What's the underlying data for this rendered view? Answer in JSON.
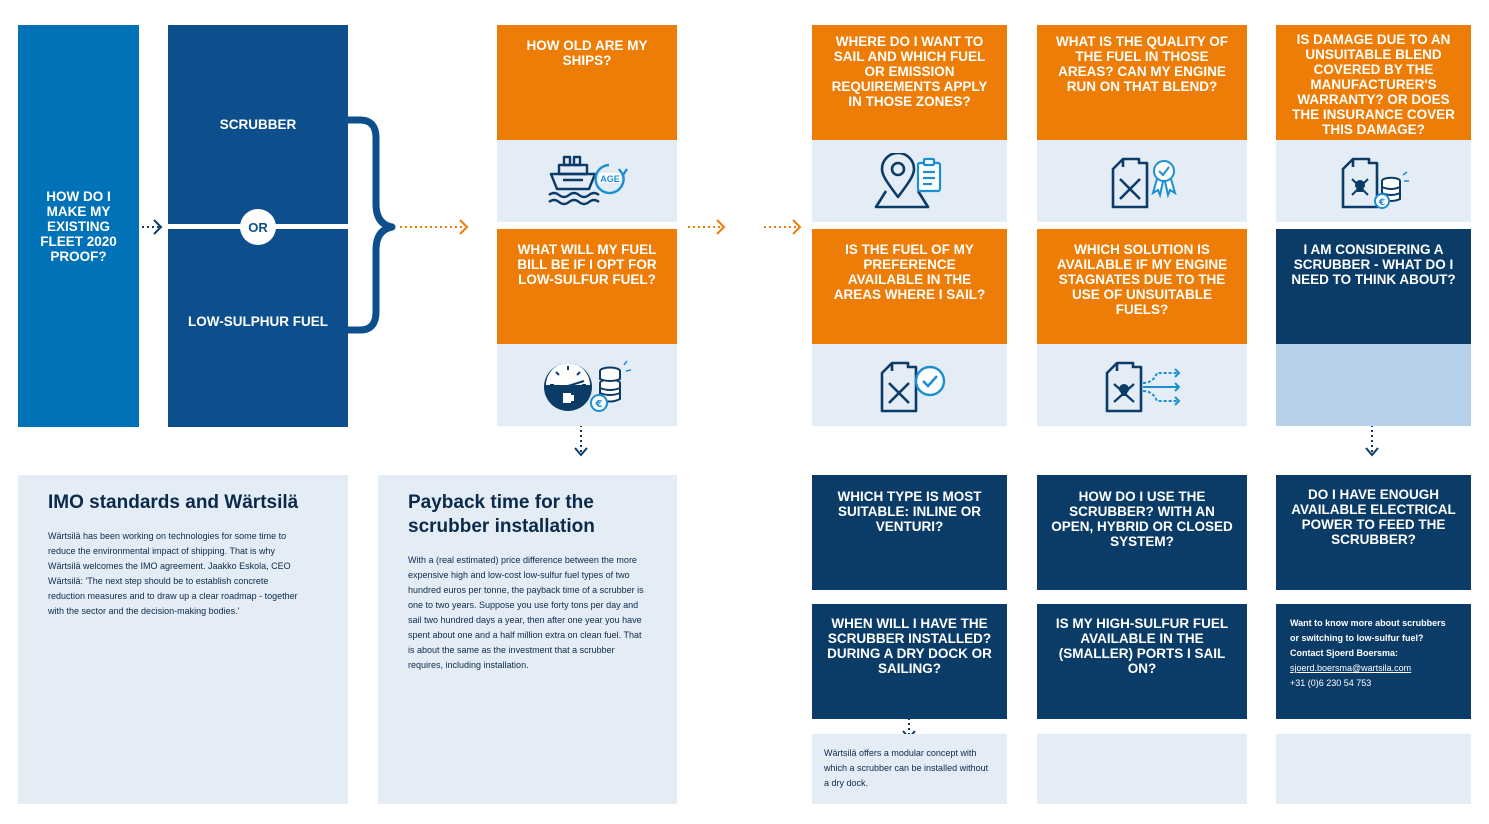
{
  "left": {
    "question": "HOW DO I MAKE MY EXISTING FLEET 2020 PROOF?",
    "scrubber": "SCRUBBER",
    "or": "OR",
    "low_sulphur": "LOW-SULPHUR FUEL"
  },
  "col1": {
    "q1": "HOW OLD ARE MY SHIPS?",
    "q1_icon": "ship-age-icon",
    "q1_icon_text": "AGE",
    "q2": "WHAT WILL MY FUEL BILL BE IF I OPT FOR LOW-SULFUR FUEL?",
    "q2_icon": "fuel-gauge-coins-icon"
  },
  "col2": {
    "q1": "WHERE DO I WANT TO SAIL AND WHICH FUEL OR EMISSION REQUIREMENTS APPLY IN THOSE ZONES?",
    "q1_icon": "map-pin-clipboard-icon",
    "q2": "IS THE FUEL OF MY PREFERENCE AVAILABLE IN THE AREAS WHERE I SAIL?",
    "q2_icon": "jerrycan-check-icon"
  },
  "col3": {
    "q1": "WHAT IS THE QUALITY OF THE FUEL IN THOSE AREAS? CAN MY ENGINE RUN ON THAT BLEND?",
    "q1_icon": "jerrycan-quality-badge-icon",
    "q2": "WHICH SOLUTION IS AVAILABLE IF MY ENGINE STAGNATES DUE TO THE USE OF UNSUITABLE FUELS?",
    "q2_icon": "jerrycan-skull-arrows-icon"
  },
  "col4": {
    "q1": "IS DAMAGE DUE TO AN UNSUITABLE BLEND COVERED BY THE MANUFACTURER'S WARRANTY? OR DOES THE INSURANCE COVER THIS DAMAGE?",
    "q1_icon": "jerrycan-skull-coins-icon",
    "q2": "I AM CONSIDERING A SCRUBBER - WHAT DO I NEED TO THINK ABOUT?"
  },
  "imo": {
    "title": "IMO standards and Wärtsilä",
    "text": "Wärtsilä has been working on technologies for some time to reduce the environmental impact of shipping. That is why Wärtsilä welcomes the IMO agreement. Jaakko Eskola, CEO Wärtsilä: 'The next step should be to establish concrete reduction measures and to draw up a clear roadmap - together with the sector and the decision-making bodies.'"
  },
  "payback": {
    "title": "Payback time for the scrubber installation",
    "text": "With a (real estimated) price difference between the more expensive high and low-cost low-sulfur fuel types of two hundred euros per tonne, the payback time of a scrubber is one to two years. Suppose you use forty tons per day and sail two hundred days a year, then after one year you have spent about one and a half million extra on clean fuel. That is about the same as the investment that a scrubber requires, including installation."
  },
  "scrubber_q": {
    "type": "WHICH TYPE IS MOST SUITABLE: INLINE OR VENTURI?",
    "use": "HOW DO I USE THE SCRUBBER? WITH AN OPEN, HYBRID OR CLOSED SYSTEM?",
    "power": "DO I HAVE ENOUGH AVAILABLE ELECTRICAL POWER TO FEED THE SCRUBBER?",
    "when": "WHEN WILL I HAVE THE SCRUBBER INSTALLED? DURING A DRY DOCK OR SAILING?",
    "ports": "IS MY HIGH-SULFUR FUEL AVAILABLE IN THE (SMALLER) PORTS I SAIL ON?"
  },
  "modular": "Wärtsilä offers a modular concept with which a scrubber can be installed without a dry dock.",
  "contact": {
    "line1": "Want to know more about scrubbers or switching to low-sulfur fuel?",
    "line2": "Contact Sjoerd Boersma:",
    "email": "sjoerd.boersma@wartsila.com",
    "phone": "+31 (0)6 230 54 753"
  },
  "colors": {
    "orange": "#ed7d06",
    "navy": "#0b3c68",
    "blue": "#0272b8",
    "light": "#e4ecf6",
    "accent_icon": "#1c8fd0"
  }
}
